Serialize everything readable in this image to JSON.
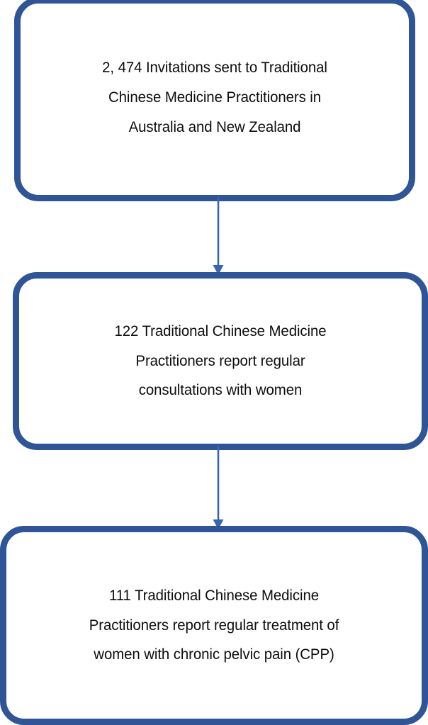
{
  "diagram": {
    "type": "flowchart",
    "orientation": "vertical",
    "title": "",
    "colors": {
      "box_border": "#2F5597",
      "box_fill": "#FFFFFF",
      "arrow": "#3A66AF",
      "text": "#0D0D0D"
    },
    "nodes": [
      {
        "id": "node-1",
        "count": "2, 474",
        "lines": [
          "2, 474 Invitations sent to Traditional",
          "Chinese Medicine Practitioners in",
          "Australia and New Zealand"
        ],
        "text": "2, 474 Invitations sent to Traditional Chinese Medicine Practitioners in Australia and New Zealand"
      },
      {
        "id": "node-2",
        "count": "122",
        "lines": [
          "122 Traditional Chinese Medicine",
          "Practitioners report regular",
          "consultations with women"
        ],
        "text": "122 Traditional Chinese Medicine Practitioners report regular consultations with women"
      },
      {
        "id": "node-3",
        "count": "111",
        "lines": [
          "111 Traditional Chinese Medicine",
          "Practitioners report regular treatment of",
          "women with chronic pelvic pain (CPP)"
        ],
        "text": "111 Traditional Chinese Medicine Practitioners report regular treatment of women with chronic pelvic pain (CPP)"
      }
    ],
    "edges": [
      {
        "id": "edge-1",
        "from": "node-1",
        "to": "node-2",
        "label": "",
        "marker": "arrow-down"
      },
      {
        "id": "edge-2",
        "from": "node-2",
        "to": "node-3",
        "label": "",
        "marker": "arrow-down"
      }
    ]
  }
}
